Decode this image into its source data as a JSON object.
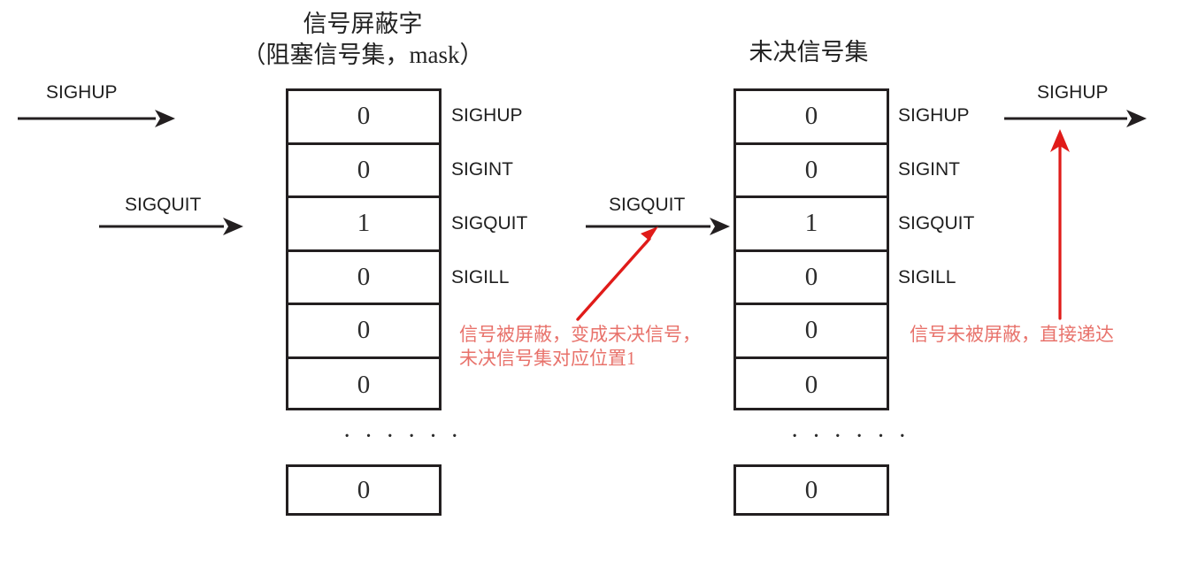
{
  "diagram": {
    "title_mask": "信号屏蔽字\n（阻塞信号集，mask）",
    "title_mask_line1": "信号屏蔽字",
    "title_mask_line2": "（阻塞信号集，mask）",
    "title_pending": "未决信号集",
    "ellipsis": "· · · · · ·"
  },
  "incoming_arrows": [
    {
      "label": "SIGHUP",
      "name": "incoming-arrow-sighup"
    },
    {
      "label": "SIGQUIT",
      "name": "incoming-arrow-sigquit"
    }
  ],
  "middle_arrow": {
    "label": "SIGQUIT"
  },
  "outgoing_arrow": {
    "label": "SIGHUP"
  },
  "mask_table": {
    "name": "信号屏蔽字",
    "rows": [
      {
        "value": "0",
        "signal": "SIGHUP"
      },
      {
        "value": "0",
        "signal": "SIGINT"
      },
      {
        "value": "1",
        "signal": "SIGQUIT"
      },
      {
        "value": "0",
        "signal": "SIGILL"
      },
      {
        "value": "0",
        "signal": ""
      },
      {
        "value": "0",
        "signal": ""
      }
    ],
    "tail_value": "0"
  },
  "pending_table": {
    "name": "未决信号集",
    "rows": [
      {
        "value": "0",
        "signal": "SIGHUP"
      },
      {
        "value": "0",
        "signal": "SIGINT"
      },
      {
        "value": "1",
        "signal": "SIGQUIT"
      },
      {
        "value": "0",
        "signal": "SIGILL"
      },
      {
        "value": "0",
        "signal": ""
      },
      {
        "value": "0",
        "signal": ""
      }
    ],
    "tail_value": "0"
  },
  "annotations": [
    {
      "line1": "信号被屏蔽，变成未决信号，",
      "line2": "未决信号集对应位置1"
    },
    {
      "line1": "信号未被屏蔽，直接递达",
      "line2": ""
    }
  ],
  "colors": {
    "ink": "#231f20",
    "red": "#e8726b",
    "red_arrow": "#e01b19"
  }
}
